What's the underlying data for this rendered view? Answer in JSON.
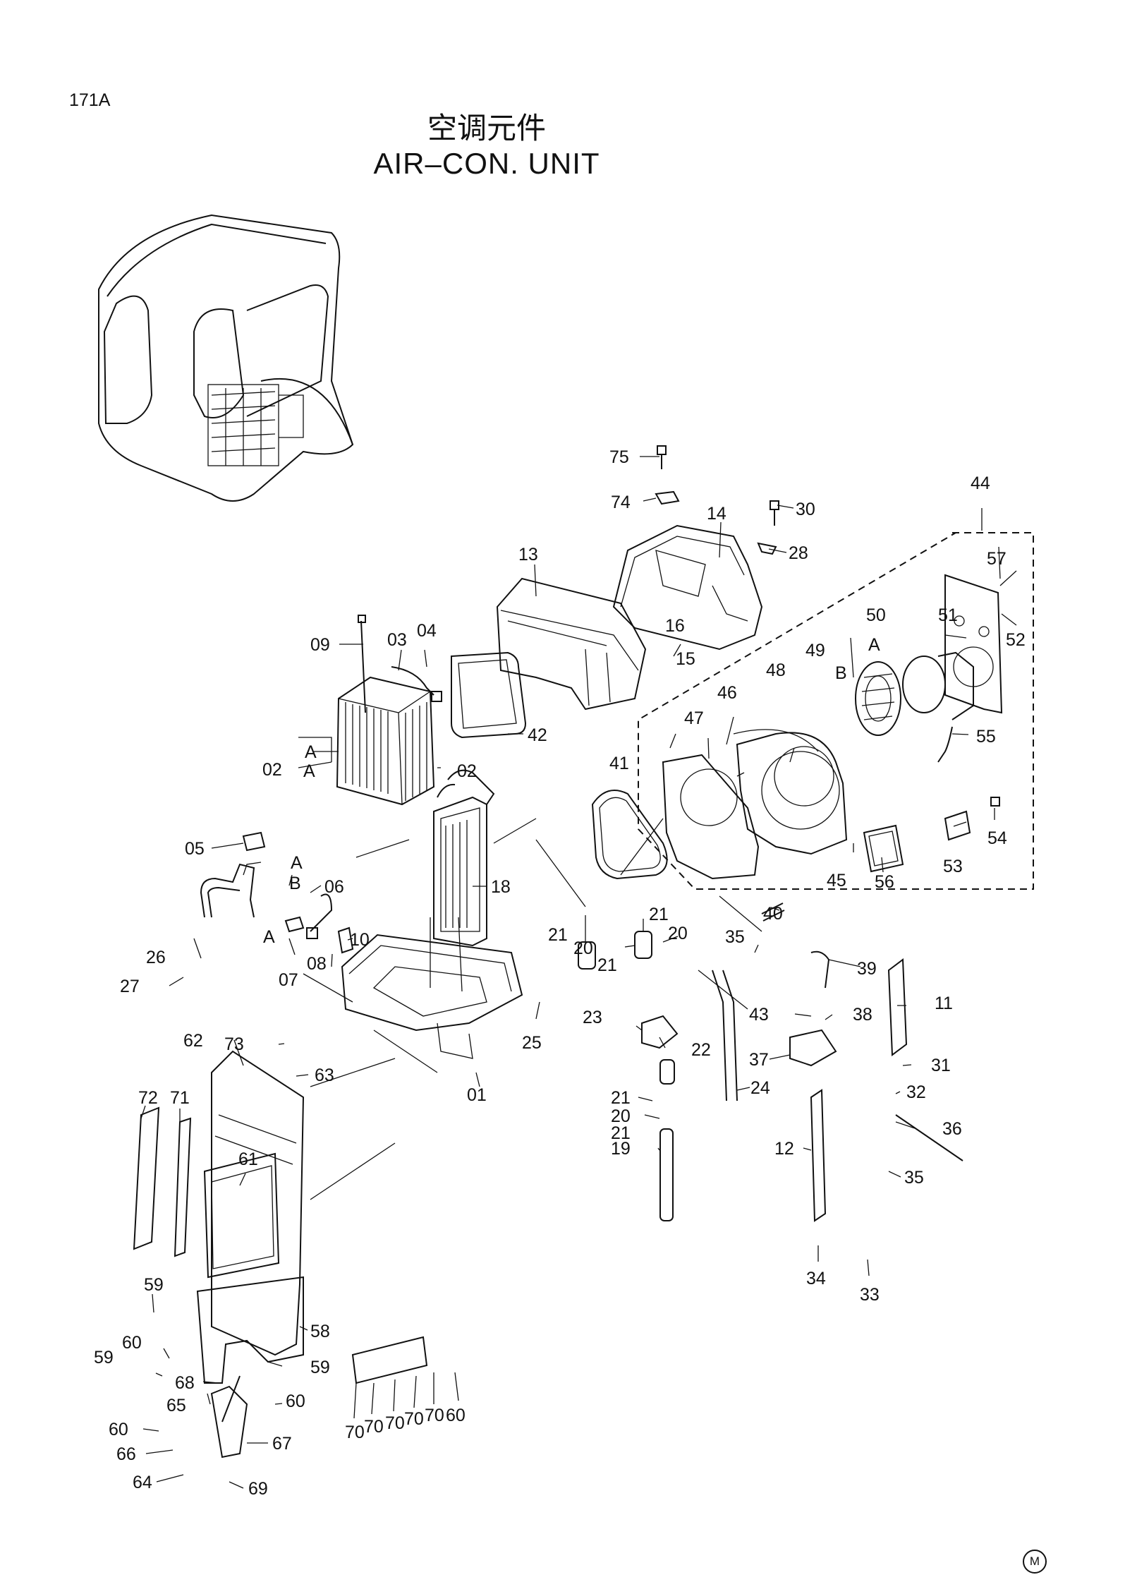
{
  "page_code": "171A",
  "title_cn": "空调元件",
  "title_en": "AIR–CON. UNIT",
  "mark": "M",
  "callouts": [
    "75",
    "74",
    "14",
    "30",
    "28",
    "44",
    "13",
    "57",
    "16",
    "51",
    "52",
    "09",
    "03",
    "04",
    "15",
    "50",
    "A",
    "B",
    "48",
    "49",
    "42",
    "47",
    "46",
    "55",
    "02",
    "A",
    "A",
    "02",
    "41",
    "05",
    "45",
    "56",
    "53",
    "54",
    "A",
    "B",
    "06",
    "18",
    "40",
    "21",
    "20",
    "35",
    "21",
    "20",
    "21",
    "39",
    "A",
    "10",
    "08",
    "26",
    "07",
    "27",
    "25",
    "23",
    "22",
    "43",
    "38",
    "11",
    "62",
    "73",
    "63",
    "01",
    "37",
    "31",
    "72",
    "71",
    "21",
    "24",
    "32",
    "20",
    "21",
    "36",
    "61",
    "19",
    "12",
    "35",
    "34",
    "33",
    "59",
    "58",
    "60",
    "59",
    "59",
    "68",
    "60",
    "65",
    "70",
    "70",
    "70",
    "70",
    "70",
    "60",
    "60",
    "66",
    "67",
    "64",
    "69"
  ]
}
